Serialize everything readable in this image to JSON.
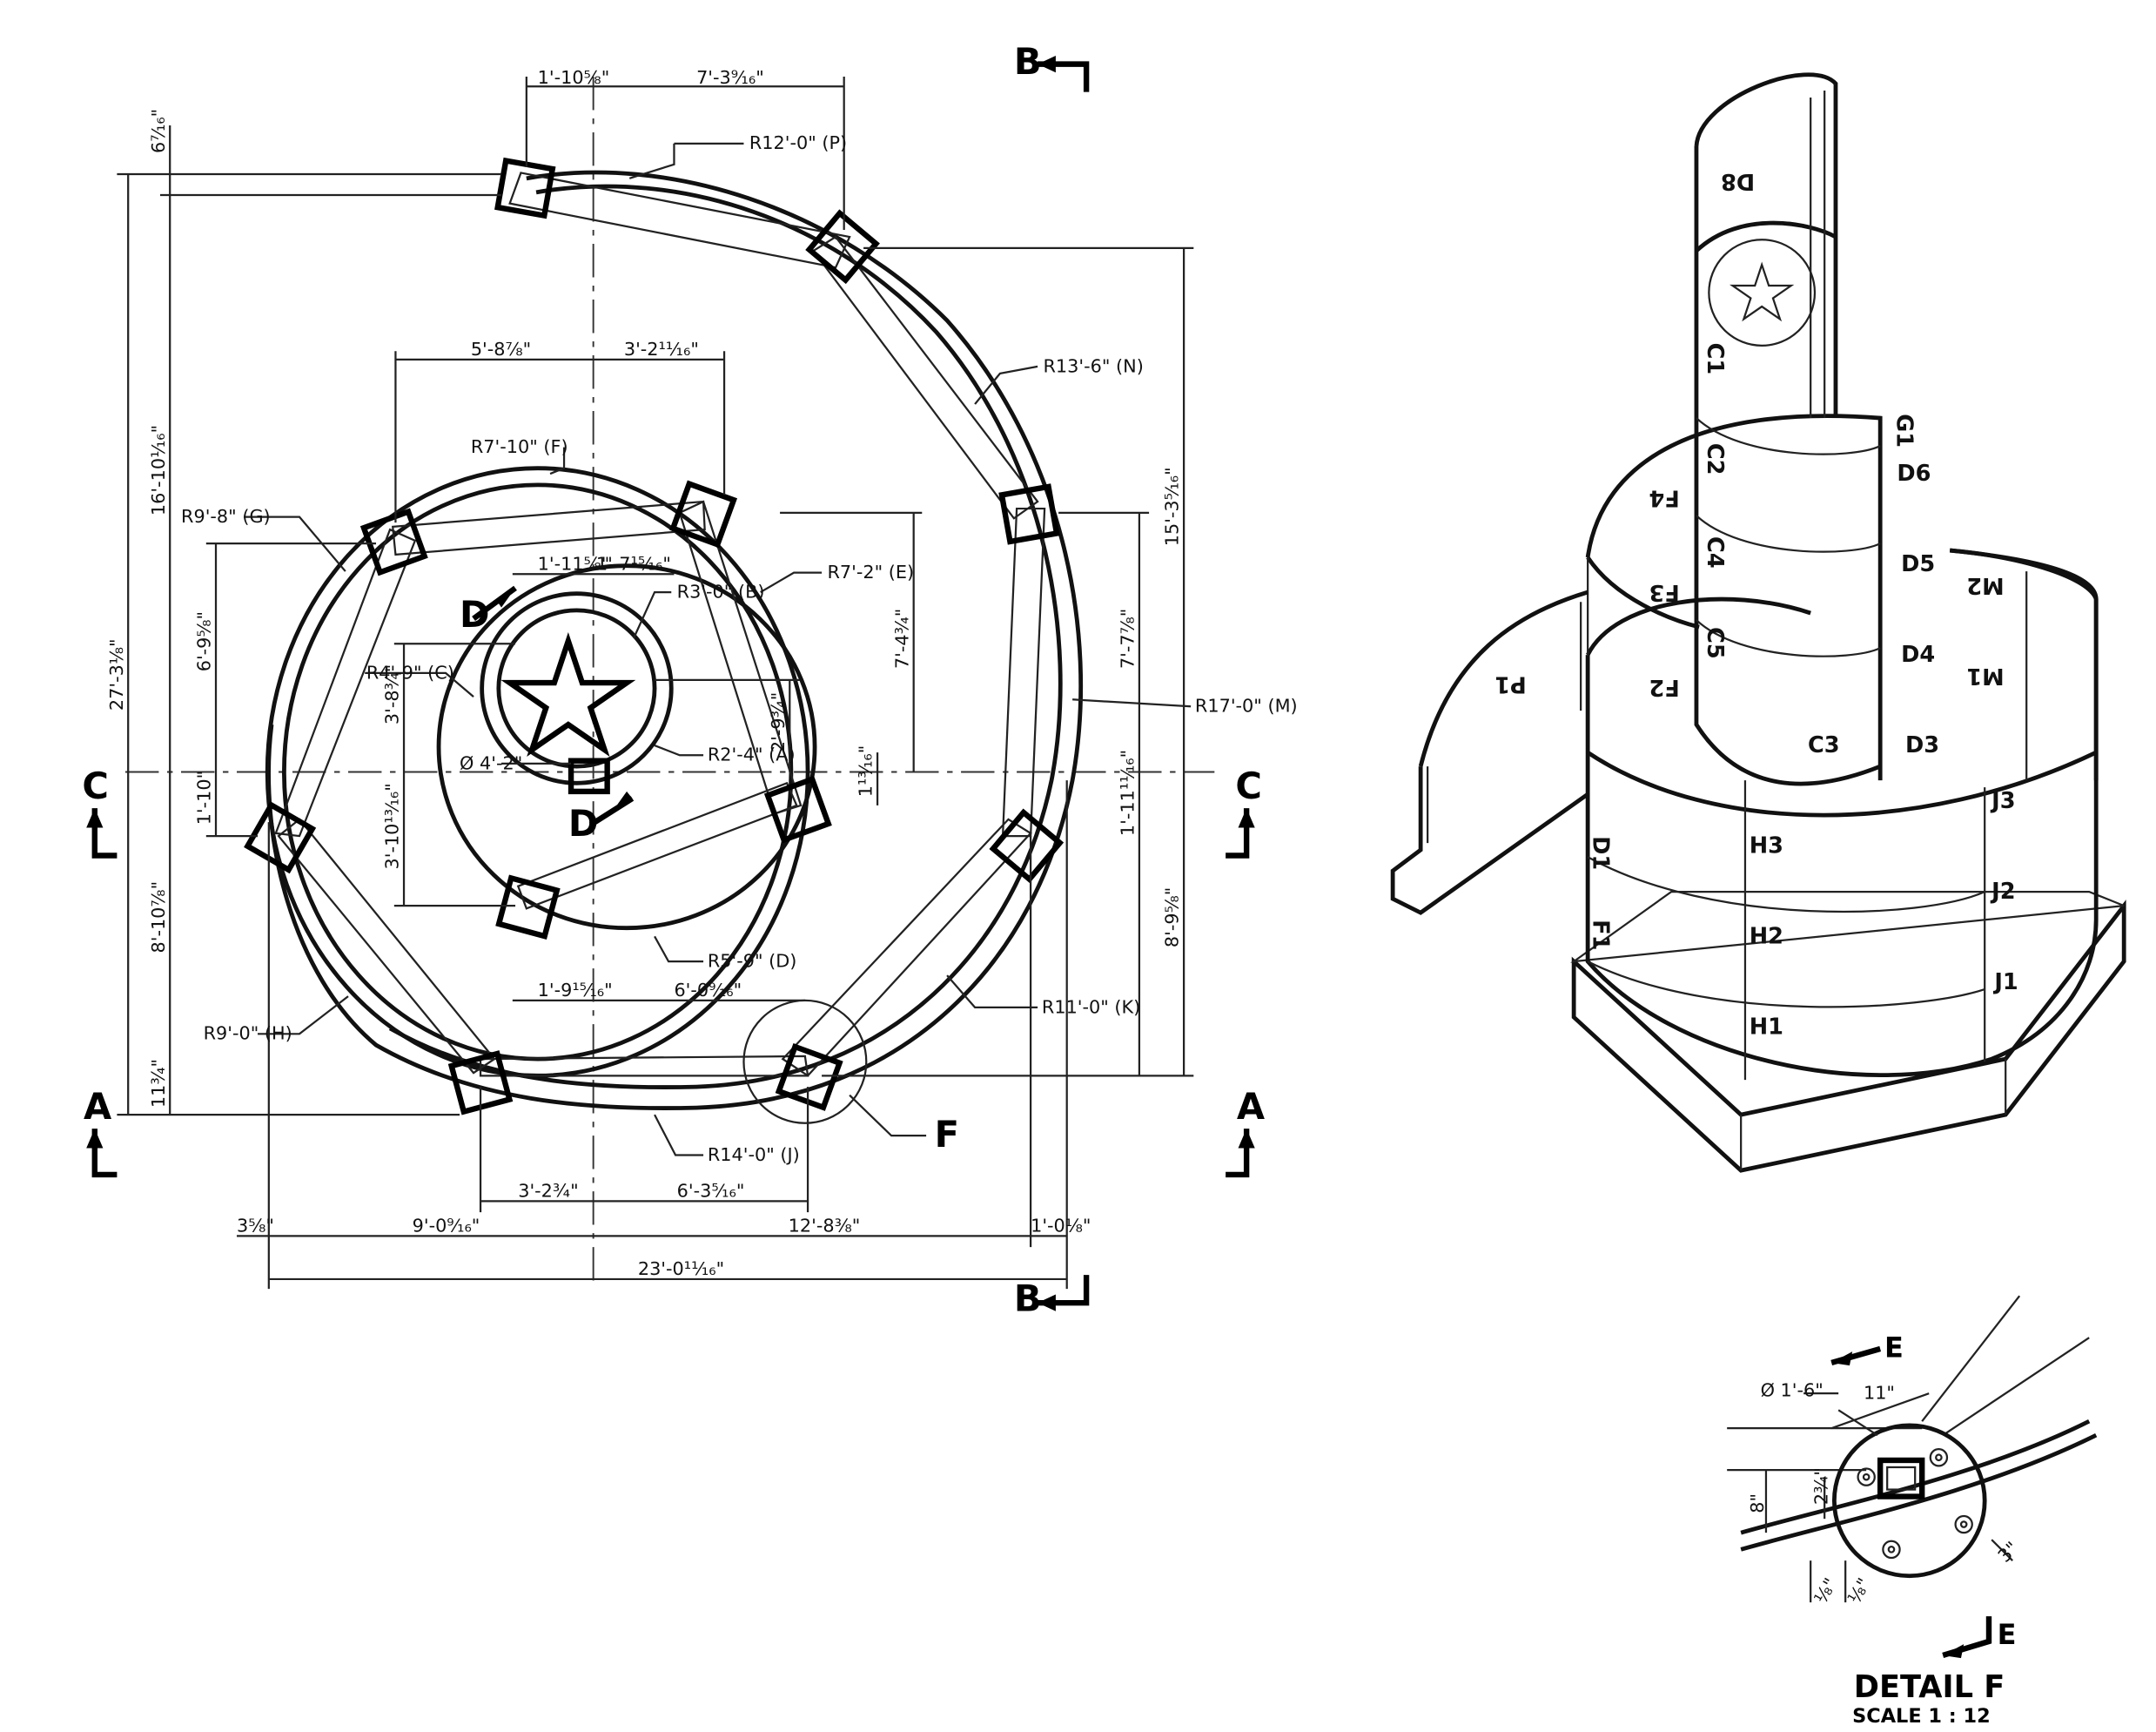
{
  "plan": {
    "dims": {
      "d1": "1'-10⅝\"",
      "d2": "7'-3⁹⁄₁₆\"",
      "d3": "5'-8⅞\"",
      "d4": "3'-2¹¹⁄₁₆\"",
      "d5": "1'-11⅝\"",
      "d6": "1'-7¹⁵⁄₁₆\"",
      "d7": "1'-9¹⁵⁄₁₆\"",
      "d8": "6'-0⁹⁄₁₆\"",
      "d9": "3'-2¾\"",
      "d10": "6'-3⁵⁄₁₆\"",
      "d11": "9'-0⁹⁄₁₆\"",
      "d12": "12'-8⅜\"",
      "d13": "1'-0⅛\"",
      "d14": "23'-0¹¹⁄₁₆\"",
      "d15": "3⅝\"",
      "v1": "6⁷⁄₁₆\"",
      "v2": "27'-3⅛\"",
      "v3": "16'-10¹⁄₁₆\"",
      "v4": "8'-10⅞\"",
      "v5": "11¾\"",
      "v6": "6'-9⅝\"",
      "v7": "1'-10\"",
      "v8": "3'-8¾\"",
      "v9": "3'-10¹³⁄₁₆\"",
      "v10": "7'-4¾\"",
      "v11": "2'-9¾\"",
      "v12": "1¹³⁄₁₆\"",
      "v13": "15'-3⁵⁄₁₆\"",
      "v14": "7'-7⅞\"",
      "v15": "1'-11¹¹⁄₁₆\"",
      "v16": "8'-9⅝\""
    },
    "radii": {
      "p": "R12'-0\" (P)",
      "n": "R13'-6\" (N)",
      "f": "R7'-10\" (F)",
      "g": "R9'-8\" (G)",
      "e": "R7'-2\" (E)",
      "b": "R3'-0\" (B)",
      "c": "R4'-9\" (C)",
      "a": "R2'-4\" (A)",
      "dia": "Ø 4'-2\"",
      "m": "R17'-0\" (M)",
      "d": "R5'-9\" (D)",
      "k": "R11'-0\" (K)",
      "h": "R9'-0\" (H)",
      "j": "R14'-0\" (J)"
    },
    "sections": {
      "a": "A",
      "b": "B",
      "c": "C",
      "d": "D",
      "f": "F"
    }
  },
  "iso": {
    "panels": [
      "D8",
      "C1",
      "C2",
      "C3",
      "C4",
      "C5",
      "D6",
      "D5",
      "D4",
      "D3",
      "F4",
      "F3",
      "F2",
      "P1",
      "M2",
      "M1",
      "J3",
      "J2",
      "J1",
      "H3",
      "H2",
      "H1",
      "D1",
      "F1",
      "G1"
    ]
  },
  "detail": {
    "title": "DETAIL F",
    "scale": "SCALE 1 : 12",
    "section": "E",
    "dia": "Ø 1'-6\"",
    "d11": "11\"",
    "d8": "8\"",
    "d234": "2¾\"",
    "d3": "3\"",
    "d18a": "⅛\"",
    "d18b": "⅛\""
  }
}
